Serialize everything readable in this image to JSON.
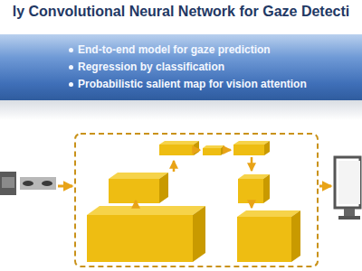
{
  "diagram": {
    "title": "ly Convolutional Neural Network for Gaze Detecti",
    "nodes": [
      {
        "text": [
          "End-to-end model for gaze prediction",
          "Regression by classification",
          "Probabilistic salient map for vision attention"
        ]
      }
    ]
  }
}
